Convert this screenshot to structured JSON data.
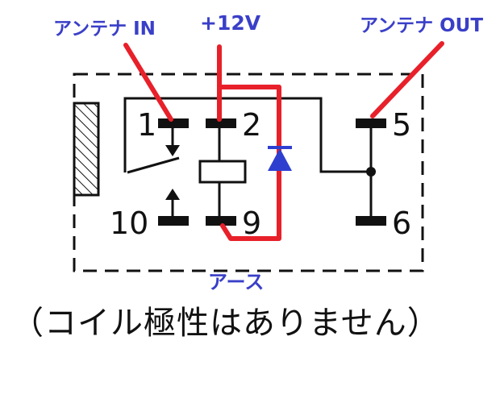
{
  "labels": {
    "antenna_in": "アンテナ IN",
    "plus12v": "+12V",
    "antenna_out": "アンテナ OUT",
    "earth": "アース"
  },
  "pins": {
    "p1": "1",
    "p2": "2",
    "p5": "5",
    "p10": "10",
    "p9": "9",
    "p6": "6"
  },
  "note": "（コイル極性はありません）",
  "colors": {
    "wire_red": "#e8202a",
    "label_blue": "#3a3fc8",
    "diode_blue": "#2e3fd0",
    "outline": "#111111"
  }
}
